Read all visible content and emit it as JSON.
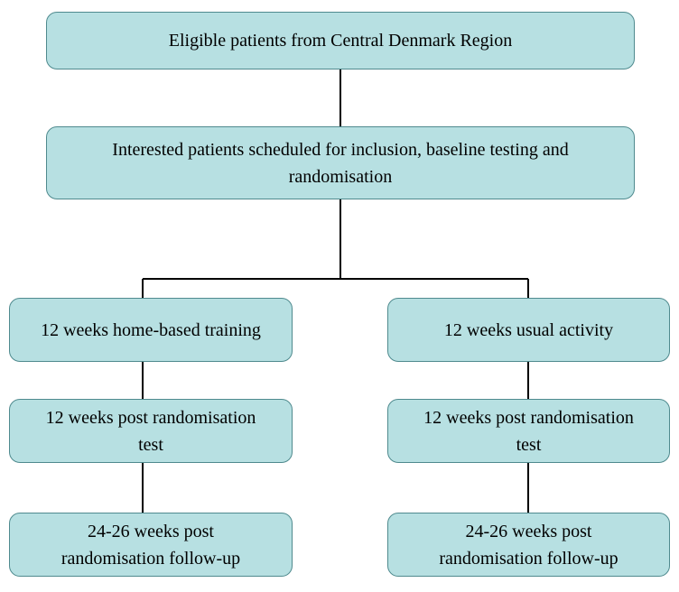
{
  "boxes": {
    "eligible": {
      "lines": [
        "Eligible patients from Central Denmark Region"
      ]
    },
    "interested": {
      "lines": [
        "Interested patients scheduled for inclusion, baseline testing and",
        "randomisation"
      ]
    },
    "home_training": {
      "lines": [
        "12 weeks home-based training"
      ]
    },
    "usual_activity": {
      "lines": [
        "12 weeks usual activity"
      ]
    },
    "post_test_left": {
      "lines": [
        "12 weeks post randomisation",
        "test"
      ]
    },
    "post_test_right": {
      "lines": [
        "12 weeks post randomisation",
        "test"
      ]
    },
    "followup_left": {
      "lines": [
        "24-26 weeks post",
        "randomisation follow-up"
      ]
    },
    "followup_right": {
      "lines": [
        "24-26 weeks post",
        "randomisation follow-up"
      ]
    }
  },
  "colors": {
    "box_fill": "#b7e0e2",
    "box_border": "#4f8a8e",
    "connector": "#000000"
  }
}
